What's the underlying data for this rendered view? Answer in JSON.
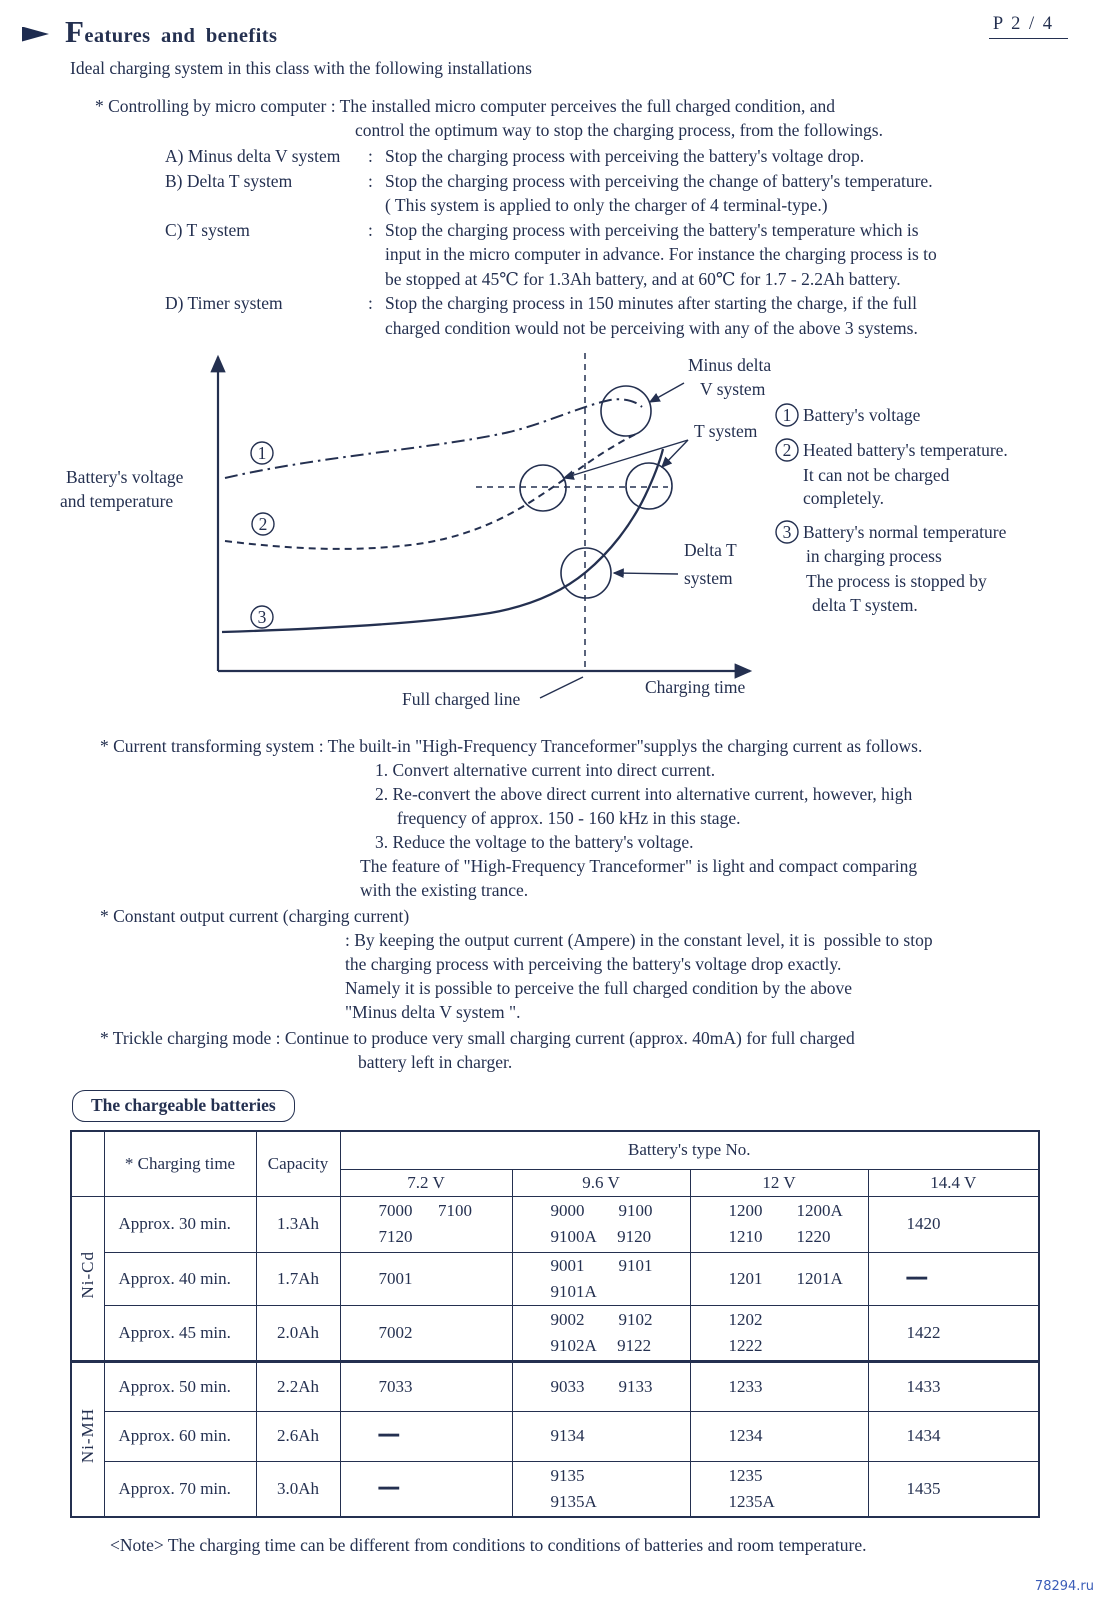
{
  "header": {
    "page_number": "P 2 / 4"
  },
  "title": "Features and benefits",
  "intro": "Ideal charging system in this class with the following installations",
  "controlling": {
    "lead": "* Controlling by micro computer : The installed micro computer perceives the full charged condition, and",
    "lead2": "control the optimum way to stop the charging process, from the followings.",
    "colon": ":",
    "systems": [
      {
        "name": "A) Minus delta V system",
        "desc": "Stop the charging process with perceiving the battery's voltage drop."
      },
      {
        "name": "B) Delta T system",
        "desc": "Stop the charging process with perceiving the change of battery's temperature.\n( This system is applied to only the charger of 4 terminal-type.)"
      },
      {
        "name": "C) T system",
        "desc": "Stop the charging process with perceiving the battery's temperature which is\ninput in the micro computer in advance. For instance the charging process is to\nbe stopped at 45℃ for 1.3Ah battery, and at 60℃ for 1.7 - 2.2Ah battery."
      },
      {
        "name": "D) Timer system",
        "desc": "Stop the charging process in 150 minutes after starting the charge, if the full\ncharged condition would not be perceiving with any of the above 3 systems."
      }
    ]
  },
  "figure": {
    "axis_y_label": [
      "Battery's voltage",
      "and temperature"
    ],
    "axis_x_label": "Charging time",
    "full_charged_label": "Full charged line",
    "annotations": {
      "minus_delta": [
        "Minus delta",
        "V system"
      ],
      "t_system": "T system",
      "delta_t": [
        "Delta T",
        "system"
      ]
    },
    "markers": [
      "1",
      "2",
      "3"
    ],
    "legend": [
      {
        "num": "1",
        "lines": [
          "Battery's voltage"
        ]
      },
      {
        "num": "2",
        "lines": [
          "Heated battery's temperature.",
          "It can not be charged",
          "completely."
        ]
      },
      {
        "num": "3",
        "lines": [
          "Battery's normal temperature",
          "in charging process",
          "The process is stopped by",
          "delta T system."
        ]
      }
    ]
  },
  "current_transforming": {
    "lead": "* Current transforming system : The built-in \"High-Frequency Tranceformer\"supplys the charging current as follows.",
    "steps": [
      "1. Convert alternative current into direct current.",
      "2. Re-convert the above direct current into alternative current, however, high\n     frequency of approx. 150 - 160 kHz in this stage.",
      "3. Reduce the voltage to the battery's voltage."
    ],
    "feature": "The feature of \"High-Frequency Tranceformer\" is light and compact comparing\nwith the existing trance."
  },
  "constant_output": {
    "lead": "* Constant output current (charging current)",
    "body": ": By keeping the output current (Ampere) in the constant level, it is  possible to stop\nthe charging process with perceiving the battery's voltage drop exactly.\nNamely it is possible to perceive the full charged condition by the above\n\"Minus delta V system \"."
  },
  "trickle": {
    "line1": "* Trickle charging mode : Continue to produce very small charging current (approx. 40mA) for full charged",
    "line2": "battery left in charger."
  },
  "battery_table": {
    "box_title": "The chargeable batteries",
    "header": {
      "charging_time": "* Charging time",
      "capacity": "Capacity",
      "type_no": "Battery's type No.",
      "voltages": [
        "7.2 V",
        "9.6 V",
        "12 V",
        "14.4 V"
      ]
    },
    "groups": [
      {
        "name": "Ni-Cd",
        "rows": [
          {
            "time": "Approx. 30 min.",
            "capacity": "1.3Ah",
            "v72": "7000      7100\n7120",
            "v96": "9000        9100\n9100A     9120",
            "v12": "1200        1200A\n1210        1220",
            "v144": "1420"
          },
          {
            "time": "Approx. 40 min.",
            "capacity": "1.7Ah",
            "v72": "7001",
            "v96": "9001        9101\n9101A",
            "v12": "1201        1201A",
            "v144": "━━"
          },
          {
            "time": "Approx. 45 min.",
            "capacity": "2.0Ah",
            "v72": "7002",
            "v96": "9002        9102\n9102A     9122",
            "v12": "1202\n1222",
            "v144": "1422"
          }
        ]
      },
      {
        "name": "Ni-MH",
        "rows": [
          {
            "time": "Approx. 50 min.",
            "capacity": "2.2Ah",
            "v72": "7033",
            "v96": "9033        9133",
            "v12": "1233",
            "v144": "1433"
          },
          {
            "time": "Approx. 60 min.",
            "capacity": "2.6Ah",
            "v72": "━━",
            "v96": "9134",
            "v12": "1234",
            "v144": "1434"
          },
          {
            "time": "Approx. 70 min.",
            "capacity": "3.0Ah",
            "v72": "━━",
            "v96": "9135\n9135A",
            "v12": "1235\n1235A",
            "v144": "1435"
          }
        ]
      }
    ]
  },
  "note": "<Note> The charging time can be different from conditions to conditions of batteries and room temperature.",
  "watermark": "78294.ru"
}
